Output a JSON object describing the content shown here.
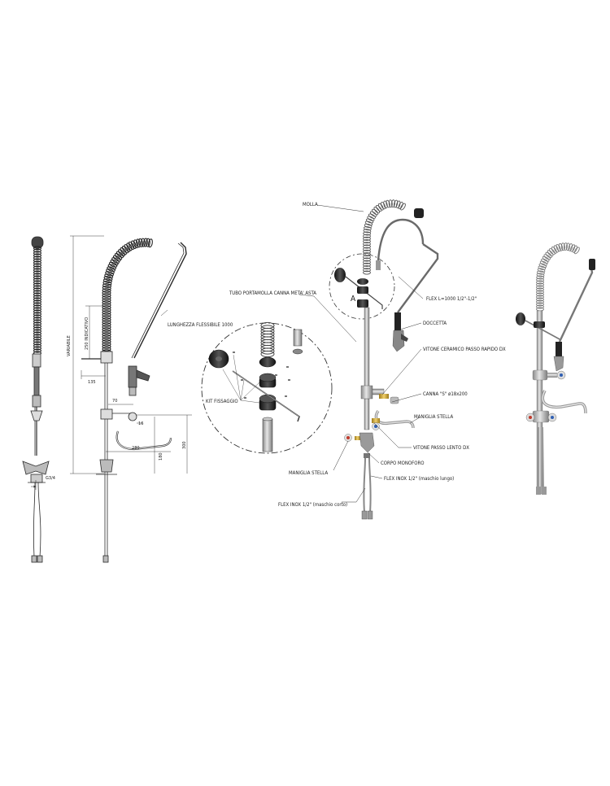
{
  "diagram": {
    "side_view": {
      "dimensions": {
        "thread": "G3/4"
      }
    },
    "front_view": {
      "dimensions": {
        "variabile": "VARIABILE",
        "indicativo": "250 INDICATIVO",
        "d135": "135",
        "d70": "70",
        "d280": "280",
        "d180": "180",
        "d300": "300",
        "d16": "16",
        "flessibile": "LUNGHEZZA FLESSIBILE 1000"
      }
    },
    "exploded_view": {
      "detail_marker": "A",
      "labels": {
        "molla": "MOLLA",
        "tubo": "TUBO PORTAMOLLA CANNA META' ASTA",
        "flex_1000": "FLEX L=1000 1/2\"-1/2\"",
        "doccetta": "DOCCETTA",
        "vitone_rapido": "VITONE CERAMICO PASSO RAPIDO DX",
        "canna_s": "CANNA \"S\" ø18x200",
        "maniglia_stella_right": "MANIGLIA STELLA",
        "vitone_lento": "VITONE PASSO LENTO DX",
        "maniglia_stella_left": "MANIGLIA STELLA",
        "corpo": "CORPO MONOFORO",
        "flex_lungo": "FLEX INOX 1/2\" (maschio lungo)",
        "flex_corto": "FLEX INOX 1/2\" (maschio corto)"
      }
    },
    "detail_view": {
      "kit": "KIT FISSAGGIO"
    },
    "colors": {
      "line": "#2b2b2b",
      "hose": "#3a3a3a",
      "metal": "#b7b7b7",
      "rubber": "#1f1f1f",
      "red": "#c0392b",
      "blue": "#2f5fb3",
      "brass": "#c9a33a"
    }
  }
}
